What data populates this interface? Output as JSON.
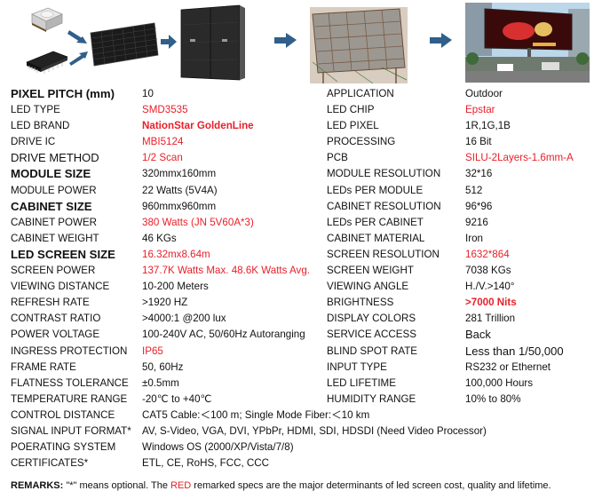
{
  "colors": {
    "red": "#e8202a",
    "arrow": "#2f5f8a",
    "text": "#111111"
  },
  "images": [
    {
      "name": "smd-led-chip"
    },
    {
      "name": "drive-ic-chip"
    },
    {
      "name": "led-module"
    },
    {
      "name": "led-cabinet"
    },
    {
      "name": "screen-steel-frame"
    },
    {
      "name": "outdoor-led-screen"
    }
  ],
  "specs": [
    {
      "l1": "PIXEL PITCH (mm)",
      "v1": "10",
      "l2": "APPLICATION",
      "v2": "Outdoor"
    },
    {
      "l1": "LED TYPE",
      "v1": "SMD3535",
      "l2": "LED CHIP",
      "v2": "Epstar"
    },
    {
      "l1": "LED BRAND",
      "v1": "NationStar GoldenLine",
      "l2": "LED PIXEL",
      "v2": "1R,1G,1B"
    },
    {
      "l1": "DRIVE IC",
      "v1": "MBI5124",
      "l2": "PROCESSING",
      "v2": "16 Bit"
    },
    {
      "l1": "DRIVE METHOD",
      "v1": "1/2 Scan",
      "l2": "PCB",
      "v2": "SILU-2Layers-1.6mm-A"
    },
    {
      "l1": "MODULE SIZE",
      "v1": "320mmx160mm",
      "l2": "MODULE RESOLUTION",
      "v2": "32*16"
    },
    {
      "l1": "MODULE POWER",
      "v1": "22 Watts (5V4A)",
      "l2": "LEDs PER MODULE",
      "v2": "512"
    },
    {
      "l1": "CABINET SIZE",
      "v1": "960mmx960mm",
      "l2": "CABINET RESOLUTION",
      "v2": "96*96"
    },
    {
      "l1": "CABINET POWER",
      "v1": "380 Watts (JN 5V60A*3)",
      "l2": "LEDs PER CABINET",
      "v2": "9216"
    },
    {
      "l1": "CABINET WEIGHT",
      "v1": "46 KGs",
      "l2": "CABINET MATERIAL",
      "v2": "Iron"
    },
    {
      "l1": "LED SCREEN SIZE",
      "v1": "16.32mx8.64m",
      "l2": "SCREEN RESOLUTION",
      "v2": "1632*864"
    },
    {
      "l1": "SCREEN POWER",
      "v1": "137.7K Watts Max.  48.6K Watts Avg.",
      "l2": "SCREEN WEIGHT",
      "v2": "7038 KGs"
    },
    {
      "l1": "VIEWING DISTANCE",
      "v1": "10-200 Meters",
      "l2": "VIEWING ANGLE",
      "v2": "H./V.>140°"
    },
    {
      "l1": "REFRESH RATE",
      "v1": ">1920 HZ",
      "l2": "BRIGHTNESS",
      "v2": ">7000 Nits"
    },
    {
      "l1": "CONTRAST RATIO",
      "v1": ">4000:1 @200 lux",
      "l2": "DISPLAY COLORS",
      "v2": "281 Trillion"
    },
    {
      "l1": "POWER VOLTAGE",
      "v1": "100-240V AC, 50/60Hz Autoranging",
      "l2": "SERVICE ACCESS",
      "v2": "Back"
    },
    {
      "l1": "INGRESS PROTECTION",
      "v1": "IP65",
      "l2": "BLIND SPOT RATE",
      "v2": "Less than 1/50,000"
    },
    {
      "l1": "FRAME RATE",
      "v1": "50, 60Hz",
      "l2": "INPUT TYPE",
      "v2": "RS232 or Ethernet"
    },
    {
      "l1": "FLATNESS TOLERANCE",
      "v1": "±0.5mm",
      "l2": "LED LIFETIME",
      "v2": "100,000 Hours"
    },
    {
      "l1": "TEMPERATURE RANGE",
      "v1": "-20℃ to +40℃",
      "l2": "HUMIDITY RANGE",
      "v2": "10% to 80%"
    }
  ],
  "wide_specs": [
    {
      "label": "CONTROL DISTANCE",
      "value": "CAT5 Cable:＜100 m; Single Mode Fiber:＜10 km"
    },
    {
      "label": "SIGNAL INPUT FORMAT*",
      "value": "AV, S-Video, VGA, DVI, YPbPr, HDMI, SDI, HDSDI (Need Video Processor)"
    },
    {
      "label": "POERATING SYSTEM",
      "value": "Windows OS (2000/XP/Vista/7/8)"
    },
    {
      "label": "CERTIFICATES*",
      "value": "ETL, CE, RoHS, FCC, CCC"
    }
  ],
  "remarks": {
    "label": "REMARKS:",
    "part1": " \"*\" means optional. The ",
    "red_word": "RED",
    "part2": " remarked specs are the major determinants of led screen cost, quality and lifetime."
  }
}
